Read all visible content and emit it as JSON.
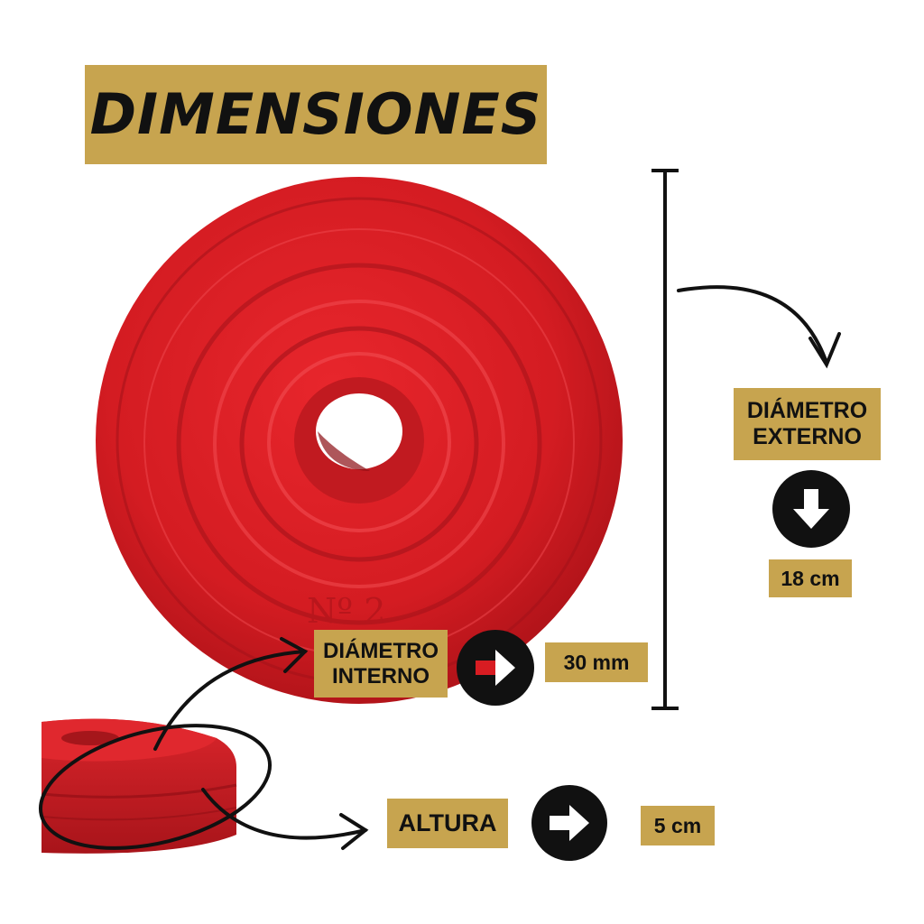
{
  "title": "DIMENSIONES",
  "outer_diameter": {
    "label_line1": "DIÁMETRO",
    "label_line2": "EXTERNO",
    "value": "18 cm"
  },
  "inner_diameter": {
    "label_line1": "DIÁMETRO",
    "label_line2": "INTERNO",
    "value": "30 mm"
  },
  "height": {
    "label": "ALTURA",
    "value": "5 cm"
  },
  "plate_marking": "Nº 2",
  "icons": [
    "arrow-down-circle-icon",
    "arrow-right-circle-icon",
    "arrow-right-circle-icon"
  ],
  "colors": {
    "label_bg": "#c7a44f",
    "plate_red": "#d81c22",
    "icon_bg": "#111111",
    "text": "#111111"
  }
}
